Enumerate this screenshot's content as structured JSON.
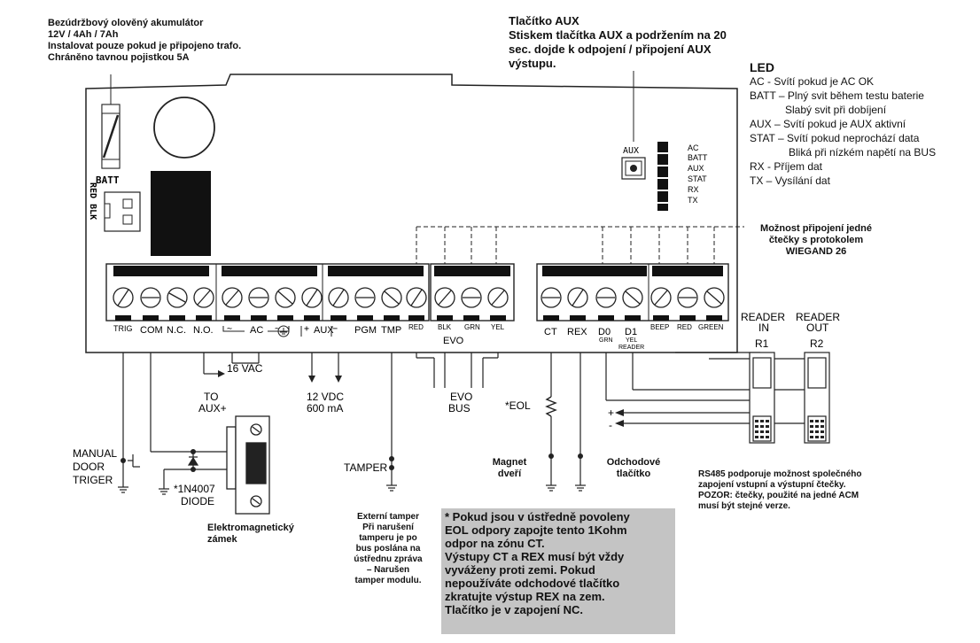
{
  "battery_note": {
    "line1": "Bezúdržbový olověný akumulátor",
    "line2": "12V / 4Ah / 7Ah",
    "line3": "Instalovat pouze pokud je připojeno trafo.",
    "line4": "Chráněno tavnou pojistkou 5A"
  },
  "aux_note": {
    "title": "Tlačítko AUX",
    "line1": "Stiskem tlačítka AUX a podržením na 20",
    "line2": "sec. dojde k odpojení / připojení AUX",
    "line3": "výstupu."
  },
  "led_legend": {
    "title": "LED",
    "lines": [
      "AC - Svítí pokud je AC OK",
      "BATT – Plný svit během testu baterie",
      "Slabý svit při dobíjení",
      "AUX – Svítí pokud je AUX aktivní",
      "STAT – Svítí pokud neprochází data",
      "Bliká při nízkém napětí na BUS",
      "RX - Příjem dat",
      "TX – Vysílání dat"
    ]
  },
  "wiegand_note": {
    "line1": "Možnost připojení jedné",
    "line2": "čtečky s protokolem",
    "line3": "WIEGAND 26"
  },
  "board": {
    "batt_label": "BATT",
    "red_blk_label": "RED BLK",
    "aux_button_label": "AUX",
    "led_labels": [
      "AC",
      "BATT",
      "AUX",
      "STAT",
      "RX",
      "TX"
    ]
  },
  "terminals": {
    "trig": "TRIG",
    "com": "COM",
    "nc": "N.C.",
    "no": "N.O.",
    "ac": "AC",
    "aux": "AUX",
    "pgm": "PGM",
    "tmp": "TMP",
    "red": "RED",
    "blk": "BLK",
    "grn": "GRN",
    "yel": "YEL",
    "evo": "EVO",
    "ct": "CT",
    "rex": "REX",
    "d0": "D0",
    "d0_sub": "GRN",
    "d1": "D1",
    "d1_sub1": "YEL",
    "d1_sub2": "READER",
    "beep": "BEEP",
    "red2": "RED",
    "green": "GREEN"
  },
  "wiring_labels": {
    "vac": "16 VAC",
    "to_aux_1": "TO",
    "to_aux_2": "AUX+",
    "vdc_1": "12 VDC",
    "vdc_2": "600 mA",
    "evo_bus_1": "EVO",
    "evo_bus_2": "BUS",
    "eol": "*EOL",
    "manual_1": "MANUAL",
    "manual_2": "DOOR",
    "manual_3": "TRIGER",
    "diode_1": "*1N4007",
    "diode_2": "DIODE",
    "tamper": "TAMPER",
    "plus": "+",
    "minus": "-"
  },
  "readers": {
    "reader_in_1": "READER",
    "reader_in_2": "IN",
    "reader_out_1": "READER",
    "reader_out_2": "OUT",
    "r1": "R1",
    "r2": "R2"
  },
  "captions": {
    "lock_1": "Elektromagnetický",
    "lock_2": "zámek",
    "tamper_1": "Externí tamper",
    "tamper_2": "Při narušení",
    "tamper_3": "tamperu je po",
    "tamper_4": "bus poslána na",
    "tamper_5": "ústřednu zpráva",
    "tamper_6": "– Narušen",
    "tamper_7": "tamper modulu.",
    "magnet_1": "Magnet",
    "magnet_2": "dveří",
    "exit_1": "Odchodové",
    "exit_2": "tlačítko",
    "rs485_1": "RS485 podporuje možnost společného",
    "rs485_2": "zapojení vstupní a výstupní čtečky.",
    "rs485_3": "POZOR: čtečky, použité na jedné ACM",
    "rs485_4": "musí být stejné verze."
  },
  "eol_box": {
    "line1": "* Pokud jsou v ústředně povoleny",
    "line2": "EOL odpory zapojte tento 1Kohm",
    "line3": "odpor na zónu CT.",
    "line4": "Výstupy CT a REX musí být vždy",
    "line5": "vyváženy proti zemi. Pokud",
    "line6": "nepoužíváte odchodové tlačítko",
    "line7": "zkratujte výstup REX na zem.",
    "line8": "Tlačítko je v zapojení NC."
  }
}
